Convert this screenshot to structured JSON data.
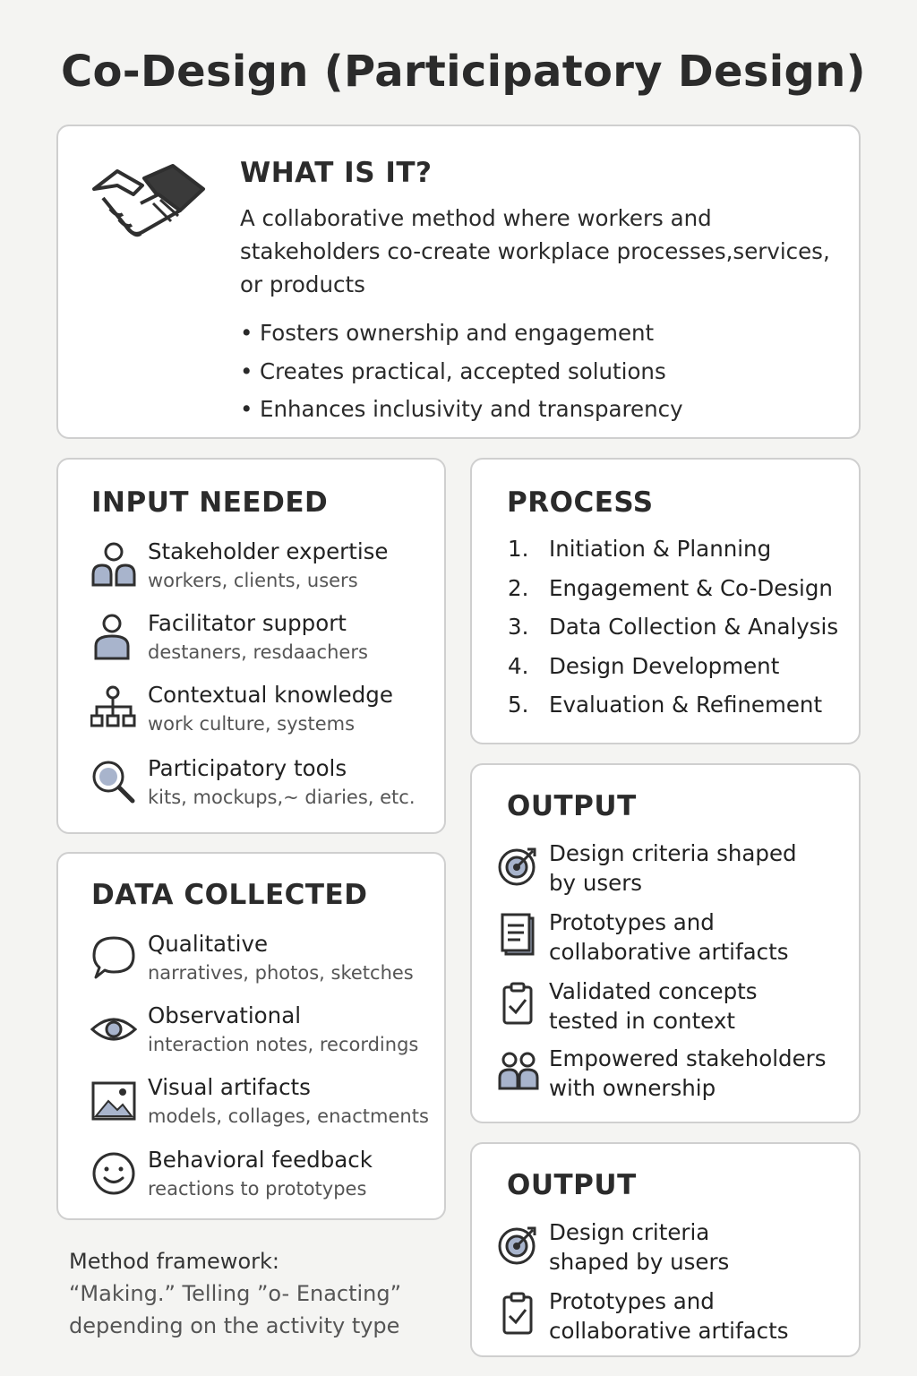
{
  "title": "Co-Design (Participatory Design)",
  "what": {
    "heading": "WHAT IS IT?",
    "description_lines": [
      "A collaborative method where workers and",
      "stakeholders co-create workplace processes,services,",
      "or products"
    ],
    "bullets": [
      "Fosters ownership and engagement",
      "Creates practical, accepted solutions",
      "Enhances inclusivity and transparency"
    ],
    "icon": "handshake-icon"
  },
  "input": {
    "heading": "INPUT NEEDED",
    "items": [
      {
        "label": "Stakeholder expertise",
        "detail": "workers, clients, users",
        "icon": "people-icon"
      },
      {
        "label": "Facilitator support",
        "detail": "destaners, resdaachers",
        "icon": "person-icon"
      },
      {
        "label": "Contextual knowledge",
        "detail": "work culture, systems",
        "icon": "org-chart-icon"
      },
      {
        "label": "Participatory tools",
        "detail": "kits, mockups,~ diaries, etc.",
        "icon": "magnifier-icon"
      }
    ]
  },
  "process": {
    "heading": "PROCESS",
    "steps": [
      {
        "num": "1.",
        "label": "Initiation & Planning"
      },
      {
        "num": "2.",
        "label": "Engagement & Co-Design"
      },
      {
        "num": "3.",
        "label": "Data Collection & Analysis"
      },
      {
        "num": "4.",
        "label": "Design Development"
      },
      {
        "num": "5.",
        "label": "Evaluation & Refinement"
      }
    ]
  },
  "data_collected": {
    "heading": "DATA COLLECTED",
    "items": [
      {
        "label": "Qualitative",
        "detail": "narratives, photos, sketches",
        "icon": "speech-bubble-icon"
      },
      {
        "label": "Observational",
        "detail": "interaction notes, recordings",
        "icon": "eye-icon"
      },
      {
        "label": "Visual artifacts",
        "detail": "models, collages, enactments",
        "icon": "image-icon"
      },
      {
        "label": "Behavioral feedback",
        "detail": "reactions to prototypes",
        "icon": "smiley-icon"
      }
    ]
  },
  "output1": {
    "heading": "OUTPUT",
    "items": [
      {
        "lines": [
          "Design criteria shaped",
          "by users"
        ],
        "icon": "target-icon"
      },
      {
        "lines": [
          "Prototypes and",
          "collaborative artifacts"
        ],
        "icon": "document-icon"
      },
      {
        "lines": [
          "Validated concepts",
          "tested in context"
        ],
        "icon": "clipboard-check-icon"
      },
      {
        "lines": [
          "Empowered stakeholders",
          "with ownership"
        ],
        "icon": "group-icon"
      }
    ]
  },
  "output2": {
    "heading": "OUTPUT",
    "items": [
      {
        "lines": [
          "Design criteria",
          "shaped by users"
        ],
        "icon": "target-icon"
      },
      {
        "lines": [
          "Prototypes and",
          "collaborative artifacts"
        ],
        "icon": "clipboard-check-icon"
      }
    ]
  },
  "framework": {
    "lines": [
      "Method framework:",
      "“Making.”  Telling ”o- Enacting”",
      "depending on the activity type"
    ]
  },
  "colors": {
    "icon_stroke": "#2f2f2f",
    "icon_fill": "#a8b4cc",
    "card_border": "#cfcfcf",
    "background": "#f4f4f2"
  }
}
